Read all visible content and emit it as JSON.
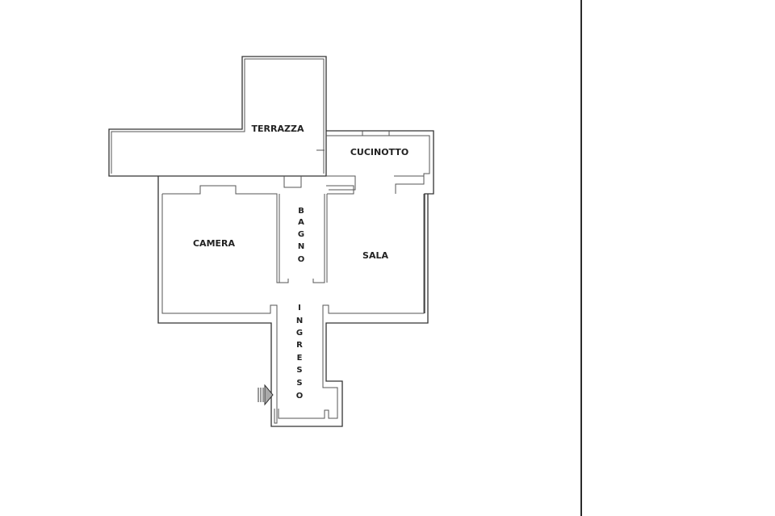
{
  "floorplan": {
    "rooms": [
      {
        "id": "terrazza",
        "label": "TERRAZZA"
      },
      {
        "id": "cucinotto",
        "label": "CUCINOTTO"
      },
      {
        "id": "camera",
        "label": "CAMERA"
      },
      {
        "id": "sala",
        "label": "SALA"
      }
    ],
    "vertical_rooms": [
      {
        "id": "bagno",
        "letters": [
          "B",
          "A",
          "G",
          "N",
          "O"
        ]
      },
      {
        "id": "ingresso",
        "letters": [
          "I",
          "N",
          "G",
          "R",
          "E",
          "S",
          "S",
          "O"
        ]
      }
    ],
    "entrance_symbol": "entrance-arrow-icon",
    "colors": {
      "line": "#333333",
      "background": "#ffffff"
    }
  }
}
